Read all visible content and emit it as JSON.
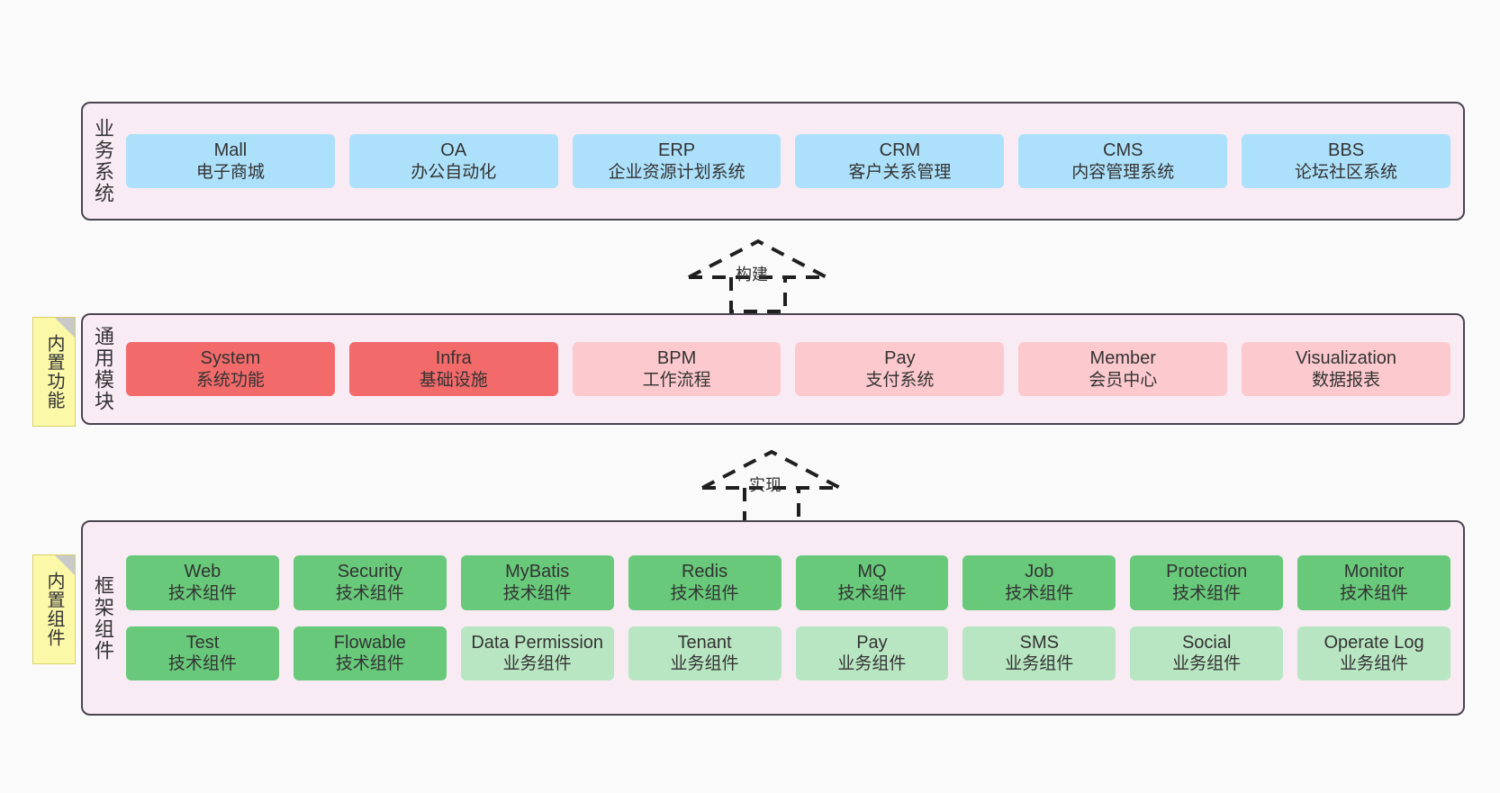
{
  "diagram": {
    "background": "#fafafa",
    "layer_fill": "#f9ebf4",
    "layer_border": "#4a4450"
  },
  "layers": [
    {
      "id": "business-systems",
      "label": "业务系统",
      "rows": [
        [
          {
            "en": "Mall",
            "cn": "电子商城",
            "color": "c-blue"
          },
          {
            "en": "OA",
            "cn": "办公自动化",
            "color": "c-blue"
          },
          {
            "en": "ERP",
            "cn": "企业资源计划系统",
            "color": "c-blue"
          },
          {
            "en": "CRM",
            "cn": "客户关系管理",
            "color": "c-blue"
          },
          {
            "en": "CMS",
            "cn": "内容管理系统",
            "color": "c-blue"
          },
          {
            "en": "BBS",
            "cn": "论坛社区系统",
            "color": "c-blue"
          }
        ]
      ]
    },
    {
      "id": "common-modules",
      "label": "通用模块",
      "note": "内置功能",
      "rows": [
        [
          {
            "en": "System",
            "cn": "系统功能",
            "color": "c-red"
          },
          {
            "en": "Infra",
            "cn": "基础设施",
            "color": "c-red"
          },
          {
            "en": "BPM",
            "cn": "工作流程",
            "color": "c-pink"
          },
          {
            "en": "Pay",
            "cn": "支付系统",
            "color": "c-pink"
          },
          {
            "en": "Member",
            "cn": "会员中心",
            "color": "c-pink"
          },
          {
            "en": "Visualization",
            "cn": "数据报表",
            "color": "c-pink"
          }
        ]
      ]
    },
    {
      "id": "framework-components",
      "label": "框架组件",
      "note": "内置组件",
      "rows": [
        [
          {
            "en": "Web",
            "cn": "技术组件",
            "color": "c-green"
          },
          {
            "en": "Security",
            "cn": "技术组件",
            "color": "c-green"
          },
          {
            "en": "MyBatis",
            "cn": "技术组件",
            "color": "c-green"
          },
          {
            "en": "Redis",
            "cn": "技术组件",
            "color": "c-green"
          },
          {
            "en": "MQ",
            "cn": "技术组件",
            "color": "c-green"
          },
          {
            "en": "Job",
            "cn": "技术组件",
            "color": "c-green"
          },
          {
            "en": "Protection",
            "cn": "技术组件",
            "color": "c-green"
          },
          {
            "en": "Monitor",
            "cn": "技术组件",
            "color": "c-green"
          }
        ],
        [
          {
            "en": "Test",
            "cn": "技术组件",
            "color": "c-green"
          },
          {
            "en": "Flowable",
            "cn": "技术组件",
            "color": "c-green"
          },
          {
            "en": "Data Permission",
            "cn": "业务组件",
            "color": "c-lgreen"
          },
          {
            "en": "Tenant",
            "cn": "业务组件",
            "color": "c-lgreen"
          },
          {
            "en": "Pay",
            "cn": "业务组件",
            "color": "c-lgreen"
          },
          {
            "en": "SMS",
            "cn": "业务组件",
            "color": "c-lgreen"
          },
          {
            "en": "Social",
            "cn": "业务组件",
            "color": "c-lgreen"
          },
          {
            "en": "Operate Log",
            "cn": "业务组件",
            "color": "c-lgreen"
          }
        ]
      ]
    }
  ],
  "connectors": [
    {
      "id": "build",
      "label": "构建"
    },
    {
      "id": "implement",
      "label": "实现"
    }
  ],
  "colors": {
    "blue": "#ade1fb",
    "red": "#f26a6a",
    "pink": "#fcc9ce",
    "green": "#68c97a",
    "light_green": "#b9e6c2",
    "note_yellow": "#fbf8a8",
    "layer_fill": "#f9ebf4",
    "border": "#4a4450"
  }
}
